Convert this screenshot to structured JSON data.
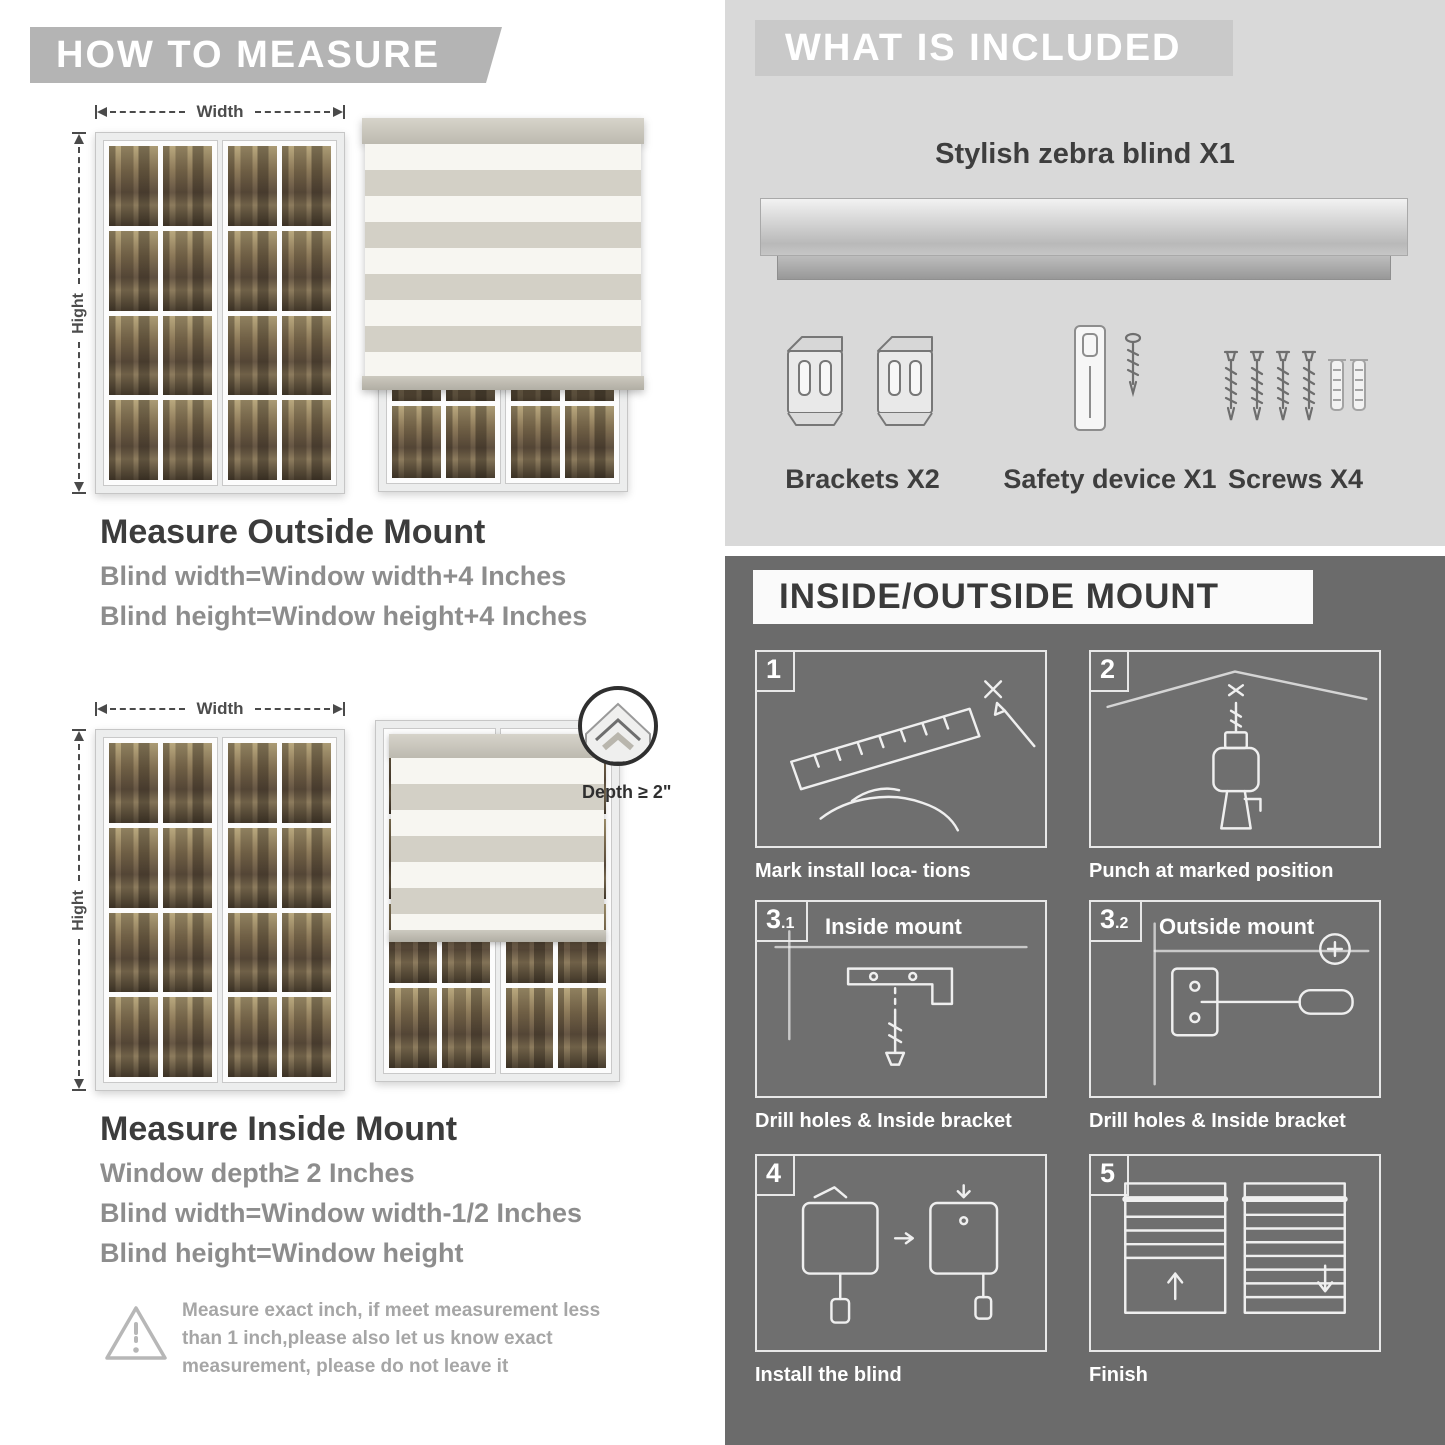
{
  "colors": {
    "banner_gray": "#b4b4b4",
    "included_bg": "#d9d9d9",
    "included_header_bg": "#c9c9c9",
    "mount_bg": "#6b6b6b",
    "heading_dark": "#3c3c3c",
    "body_gray": "#8d8d8d",
    "blind_stripe_gray": "#d3d0c6",
    "blind_stripe_light": "#f7f6f1"
  },
  "how_to_measure": {
    "banner": "HOW TO MEASURE",
    "outside": {
      "width_label": "Width",
      "height_label": "Hight",
      "heading": "Measure Outside Mount",
      "lines": [
        "Blind width=Window width+4 Inches",
        "Blind height=Window height+4 Inches"
      ]
    },
    "inside": {
      "width_label": "Width",
      "height_label": "Hight",
      "depth_label": "Depth ≥ 2\"",
      "heading": "Measure Inside Mount",
      "lines": [
        "Window depth≥ 2 Inches",
        "Blind width=Window width-1/2 Inches",
        "Blind height=Window height"
      ]
    },
    "warning": {
      "icon": "warning-triangle-icon",
      "text": "Measure exact inch, if meet measurement less than 1 inch,please also let us know exact measurement, please do not leave it"
    }
  },
  "included": {
    "header": "WHAT IS INCLUDED",
    "blind_title": "Stylish zebra blind X1",
    "parts": [
      {
        "icon": "brackets-icon",
        "label": "Brackets X2"
      },
      {
        "icon": "safety-device-icon",
        "label": "Safety device X1"
      },
      {
        "icon": "screws-icon",
        "label": "Screws X4"
      }
    ]
  },
  "mount_guide": {
    "header": "INSIDE/OUTSIDE MOUNT",
    "steps": [
      {
        "num": "1",
        "sub": "",
        "title": "",
        "caption": "Mark install loca- tions"
      },
      {
        "num": "2",
        "sub": "",
        "title": "",
        "caption": "Punch at  marked position"
      },
      {
        "num": "3",
        "sub": ".1",
        "title": "Inside mount",
        "caption": "Drill holes &  Inside bracket"
      },
      {
        "num": "3",
        "sub": ".2",
        "title": "Outside mount",
        "caption": "Drill holes &  Inside bracket"
      },
      {
        "num": "4",
        "sub": "",
        "title": "",
        "caption": "Install the blind"
      },
      {
        "num": "5",
        "sub": "",
        "title": "",
        "caption": "Finish"
      }
    ]
  }
}
